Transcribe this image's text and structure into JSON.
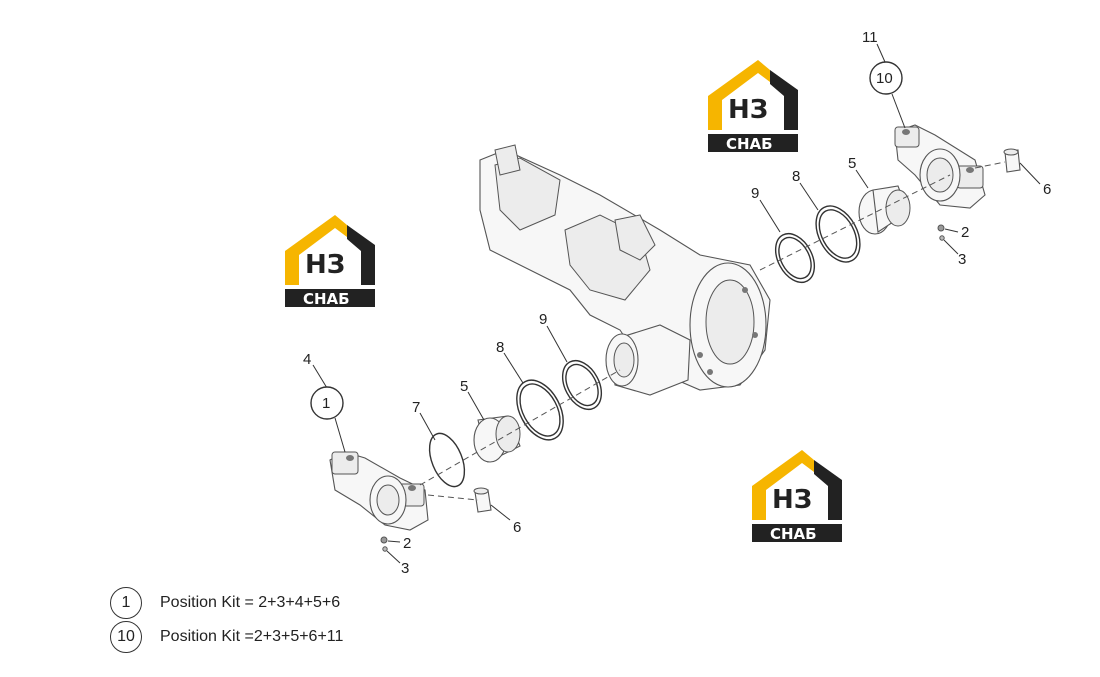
{
  "logo": {
    "letters": "НЗ",
    "subtitle": "СНАБ",
    "colors": {
      "yellow": "#f6b500",
      "dark": "#222222"
    }
  },
  "callouts": {
    "left": {
      "c4": "4",
      "c1": "1",
      "c7": "7",
      "c5": "5",
      "c8": "8",
      "c9": "9",
      "c6": "6",
      "c2": "2",
      "c3": "3"
    },
    "right": {
      "c11": "11",
      "c10": "10",
      "c9": "9",
      "c8": "8",
      "c5": "5",
      "c6": "6",
      "c2": "2",
      "c3": "3"
    }
  },
  "legend": [
    {
      "num": "1",
      "text": "Position Kit = 2+3+4+5+6"
    },
    {
      "num": "10",
      "text": "Position Kit =2+3+5+6+11"
    }
  ]
}
